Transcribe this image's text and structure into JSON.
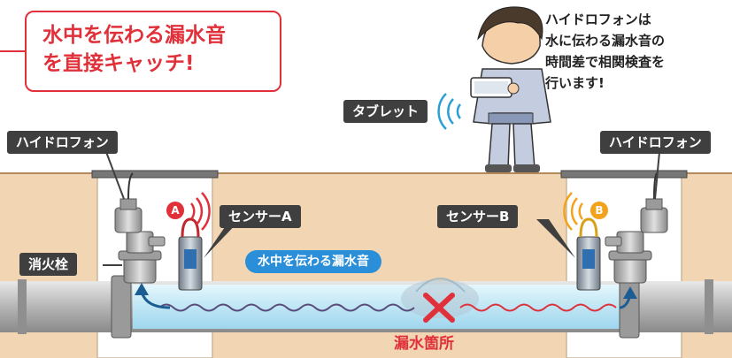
{
  "headline": {
    "line1": "水中を伝わる漏水音",
    "line2": "を直接キャッチ!"
  },
  "explanation": {
    "line1": "ハイドロフォンは",
    "line2": "水に伝わる漏水音の",
    "line3": "時間差で相関検査を",
    "line4": "行います!"
  },
  "labels": {
    "tablet": "タブレット",
    "hydrophone_left": "ハイドロフォン",
    "hydrophone_right": "ハイドロフォン",
    "sensor_a": "センサーA",
    "sensor_b": "センサーB",
    "hydrant": "消火栓",
    "water_sound": "水中を伝わる漏水音",
    "leak_point": "漏水箇所",
    "badge_a": "A",
    "badge_b": "B"
  },
  "colors": {
    "accent_red": "#e0303a",
    "soil": "#f2d6b3",
    "pipe_water": "#bfe6f5",
    "label_dark": "#3f3f3f",
    "sensor_b_orange": "#f3a21c",
    "water_tag_blue": "#2a8fd8"
  }
}
